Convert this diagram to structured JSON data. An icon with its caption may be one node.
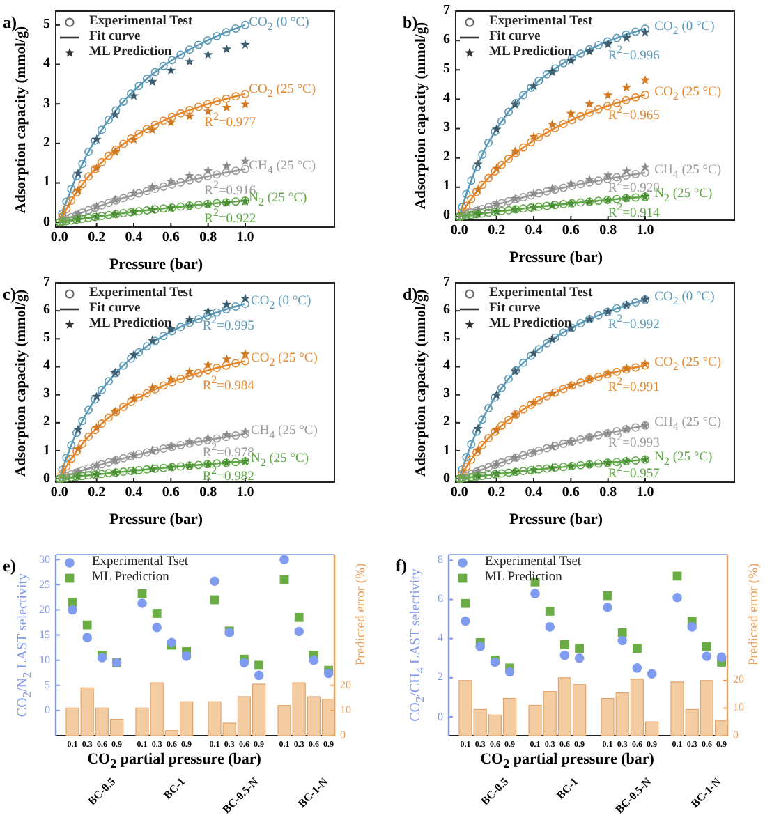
{
  "diagram": {
    "labels": [
      "a)",
      "CO$_{2}$ (0 °C)",
      "CO$_{2}$ (25 °C)",
      "R$^{2}$=0.977",
      "CH$_{4}$ (25 °C)",
      "R$^{2}$=0.916",
      "N$_{2}$ (25 °C)",
      "R$^{2}$=0.922",
      "0",
      "1",
      "2",
      "3",
      "4",
      "5",
      "0.0",
      "0.2",
      "0.4",
      "0.6",
      "0.8",
      "1.0",
      "Adsorption capacity (mmol/g)",
      "Pressure (bar)",
      "b)",
      "CO$_{2}$ (0 °C)",
      "R$^{2}$=0.996",
      "CO$_{2}$ (25 °C)",
      "R$^{2}$=0.965",
      "CH$_{4}$ (25 °C)",
      "R$^{2}$=0.920",
      "N$_{2}$ (25 °C)",
      "R$^{2}$=0.914",
      "0",
      "1",
      "2",
      "3",
      "4",
      "5",
      "6",
      "7",
      "0.0",
      "0.2",
      "0.4",
      "0.6",
      "0.8",
      "1.0",
      "Adsorption capacity (mmol/g)",
      "Pressure (bar)",
      "c)",
      "CO$_{2}$ (0 °C)",
      "R$^{2}$=0.995",
      "CO$_{2}$ (25 °C)",
      "R$^{2}$=0.984",
      "CH$_{4}$ (25 °C)",
      "R$^{2}$=0.978",
      "N$_{2}$ (25 °C)",
      "R$^{2}$=0.982",
      "0",
      "1",
      "2",
      "3",
      "4",
      "5",
      "6",
      "7",
      "0.0",
      "0.2",
      "0.4",
      "0.6",
      "0.8",
      "1.0",
      "Adsorption capacity (mmol/g)",
      "Pressure (bar)",
      "d)",
      "CO$_{2}$ (0 °C)",
      "R$^{2}$=0.992",
      "CO$_{2}$ (25 °C)",
      "R$^{2}$=0.991",
      "CH$_{4}$ (25 °C)",
      "R$^{2}$=0.993",
      "N$_{2}$ (25 °C)",
      "R$^{2}$=0.957",
      "0",
      "1",
      "2",
      "3",
      "4",
      "5",
      "6",
      "7",
      "0.0",
      "0.2",
      "0.4",
      "0.6",
      "0.8",
      "1.0",
      "Adsorption capacity (mmol/g)",
      "Pressure (bar)",
      "e)",
      "0",
      "5",
      "10",
      "15",
      "20",
      "25",
      "30",
      "0",
      "10",
      "20",
      "0.1",
      "0.3",
      "0.6",
      "0.9",
      "0.1",
      "0.3",
      "0.6",
      "0.9",
      "0.1",
      "0.3",
      "0.6",
      "0.9",
      "0.1",
      "0.3",
      "0.6",
      "0.9",
      "CO$_{2}$/N$_{2}$ LAST selectivity",
      "Predicted error (%)",
      "CO$_{2}$ partial pressure (bar)",
      "BC-0.5",
      "BC-1",
      "BC-0.5-N",
      "BC-1-N",
      "f)",
      "0",
      "2",
      "4",
      "6",
      "8",
      "0",
      "10",
      "20",
      "0.1",
      "0.3",
      "0.6",
      "0.9",
      "0.1",
      "0.3",
      "0.6",
      "0.9",
      "0.1",
      "0.3",
      "0.6",
      "0.9",
      "0.1",
      "0.3",
      "0.6",
      "0.9",
      "CO$_{2}$/CH$_{4}$ LAST selectivity",
      "Predicted error (%)",
      "CO$_{2}$ partial pressure (bar)",
      "BC-0.5",
      "BC-1",
      "BC-0.5-N",
      "BC-1-N"
    ],
    "legend": [
      {
        "text": "Experimental Test"
      },
      {
        "text": "Fit curve"
      },
      {
        "text": "ML Prediction"
      },
      {
        "text": "Experimental Test"
      },
      {
        "text": "Fit curve"
      },
      {
        "text": "ML Prediction"
      },
      {
        "text": "Experimental Test"
      },
      {
        "text": "Fit curve"
      },
      {
        "text": "ML Prediction"
      },
      {
        "text": "Experimental Test"
      },
      {
        "text": "Fit curve"
      },
      {
        "text": "ML Prediction"
      },
      {
        "text": "Experimental Tset"
      },
      {
        "text": "ML Prediction"
      },
      {
        "text": "Experimental Tset"
      },
      {
        "text": "ML Prediction"
      }
    ]
  }
}
